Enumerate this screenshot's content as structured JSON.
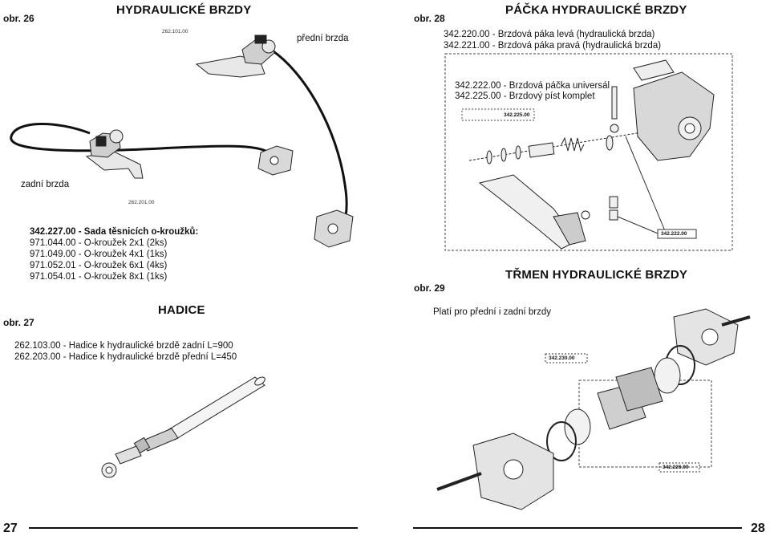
{
  "left_page": {
    "fig26_label": "obr. 26",
    "fig26_title": "HYDRAULICKÉ BRZDY",
    "part_front_code": "262.101.00",
    "front_brake": "přední brzda",
    "rear_brake": "zadní brzda",
    "part_rear_code": "262.201.00",
    "seal_kit": {
      "title": "342.227.00 - Sada těsnicích o-kroužků:",
      "items": [
        "971.044.00 - O-kroužek 2x1  (2ks)",
        "971.049.00 - O-kroužek 4x1  (1ks)",
        "971.052.01 - O-kroužek 6x1  (4ks)",
        "971.054.01 - O-kroužek 8x1  (1ks)"
      ]
    },
    "fig27_label": "obr. 27",
    "hose_title": "HADICE",
    "hoses": [
      "262.103.00 - Hadice k hydraulické brzdě zadní L=900",
      "262.203.00 - Hadice k hydraulické brzdě přední L=450"
    ],
    "page_number": "27"
  },
  "right_page": {
    "fig28_label": "obr. 28",
    "fig28_title": "PÁČKA HYDRAULICKÉ BRZDY",
    "levers": [
      "342.220.00 - Brzdová páka levá (hydraulická brzda)",
      "342.221.00 - Brzdová páka pravá (hydraulická brzda)"
    ],
    "lever_parts": [
      "342.222.00 - Brzdová páčka universál",
      "342.225.00 - Brzdový píst komplet"
    ],
    "callout_piston": "342.225.00",
    "callout_lever": "342.222.00",
    "fig29_label": "obr. 29",
    "caliper_title": "TŘMEN HYDRAULICKÉ BRZDY",
    "caliper_note": "Platí pro přední i zadní brzdy",
    "callout_caliper": "342.230.00",
    "callout_pads": "342.226.00",
    "page_number": "28"
  },
  "colors": {
    "ink": "#111111",
    "line": "#000000"
  }
}
